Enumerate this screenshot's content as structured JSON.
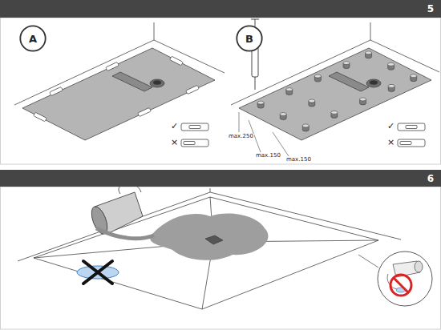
{
  "diagram": {
    "nodes": [
      {
        "text": [
          "5"
        ]
      },
      {
        "text": [
          "A"
        ]
      },
      {
        "text": [
          "B"
        ]
      },
      {
        "text": [
          "6"
        ]
      }
    ],
    "labels": [
      "✓",
      "×",
      "max.250",
      "max.150",
      "max.150",
      "✓",
      "×"
    ]
  }
}
